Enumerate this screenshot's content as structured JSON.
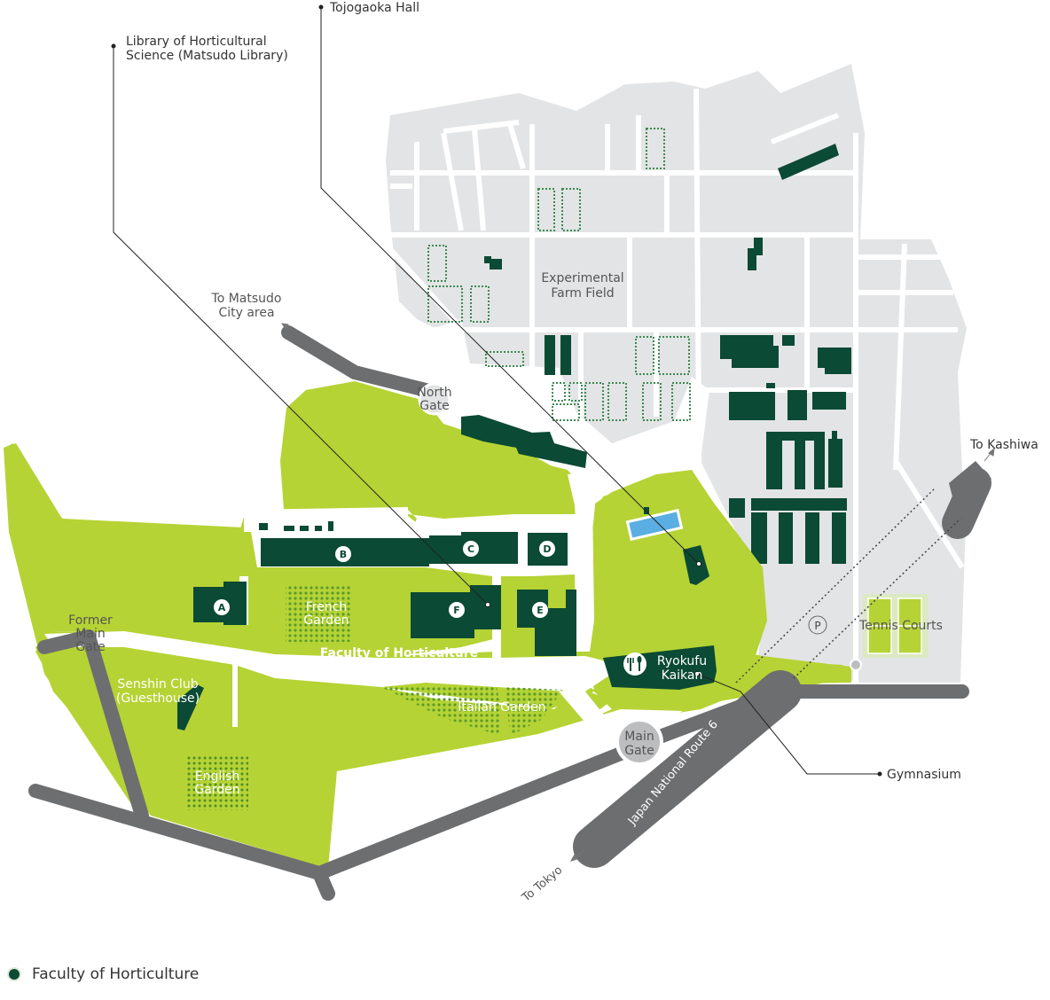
{
  "colors": {
    "campus": "#b5d334",
    "farm": "#e3e4e5",
    "building": "#0b4a35",
    "road": "#6d6e70",
    "path": "#ffffff",
    "water": "#5aaee2",
    "label_dark": "#333333",
    "label_light": "#ffffff",
    "label_gray": "#555555"
  },
  "labels": {
    "tojogaoka_hall": "Tojogaoka Hall",
    "library_line1": "Library of Horticultural",
    "library_line2": "Science (Matsudo Library)",
    "to_matsudo_line1": "To Matsudo",
    "to_matsudo_line2": "City area",
    "north_gate_line1": "North",
    "north_gate_line2": "Gate",
    "experimental_line1": "Experimental",
    "experimental_line2": "Farm Field",
    "to_kashiwa": "To Kashiwa",
    "tennis_courts": "Tennis Courts",
    "parking": "P",
    "french_line1": "French",
    "french_line2": "Garden",
    "faculty_area": "Faculty of Horticulture",
    "former_line1": "Former",
    "former_line2": "Main",
    "former_line3": "Gate",
    "senshin_line1": "Senshin Club",
    "senshin_line2": "(Guesthouse)",
    "english_line1": "English",
    "english_line2": "Garden",
    "italian_garden": "Itallan Garden",
    "ryokufu_line1": "Ryokufu",
    "ryokufu_line2": "Kaikan",
    "main_gate_line1": "Main",
    "main_gate_line2": "Gate",
    "gymnasium": "Gymnasium",
    "route6": "Japan National Route 6",
    "to_tokyo": "To Tokyo"
  },
  "building_markers": [
    "A",
    "B",
    "C",
    "D",
    "E",
    "F"
  ],
  "icons": {
    "restaurant": "fork-knife-icon",
    "parking": "parking-icon",
    "legend": "dark-green-dot-icon"
  },
  "legend": {
    "label": "Faculty of Horticulture"
  }
}
